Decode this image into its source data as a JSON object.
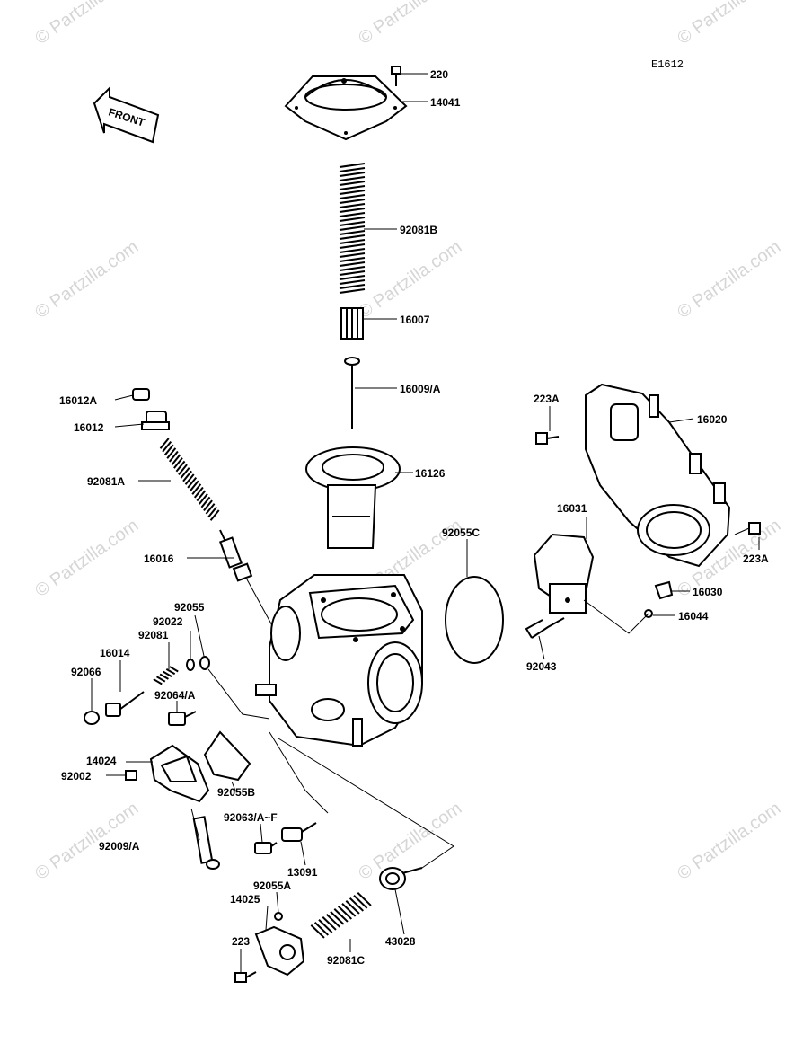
{
  "diagram_code": "E1612",
  "front_arrow_label": "FRONT",
  "watermark_text": "© Partzilla.com",
  "labels": {
    "p220": "220",
    "p14041": "14041",
    "p92081B": "92081B",
    "p16007": "16007",
    "p16009A": "16009/A",
    "p16012A": "16012A",
    "p16012": "16012",
    "p92081A": "92081A",
    "p16126": "16126",
    "p16016": "16016",
    "p92055C": "92055C",
    "p223A_top": "223A",
    "p16020": "16020",
    "p16031": "16031",
    "p223A_right": "223A",
    "p16030": "16030",
    "p16044": "16044",
    "p92043": "92043",
    "p92055": "92055",
    "p92022": "92022",
    "p92081": "92081",
    "p16014": "16014",
    "p92066": "92066",
    "p92064A": "92064/A",
    "p14024": "14024",
    "p92002": "92002",
    "p92055B": "92055B",
    "p92009A": "92009/A",
    "p92063": "92063/A~F",
    "p13091": "13091",
    "p92055A": "92055A",
    "p14025": "14025",
    "p223": "223",
    "p92081C": "92081C",
    "p43028": "43028"
  }
}
